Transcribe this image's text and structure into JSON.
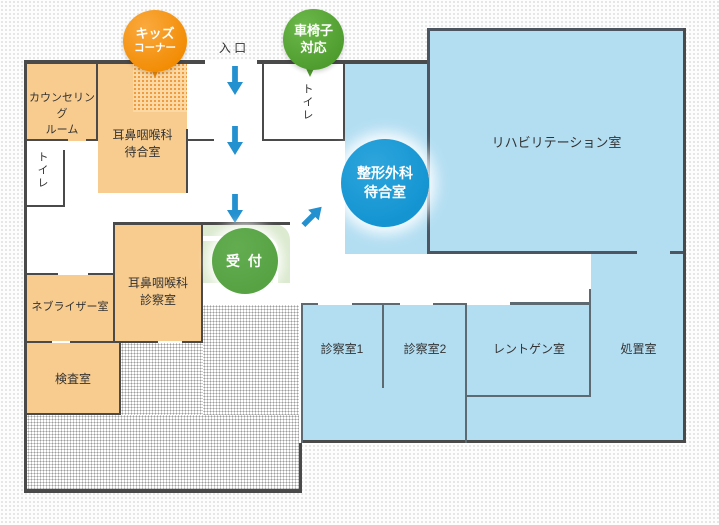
{
  "badges": {
    "kids_corner": {
      "line1": "キッズ",
      "line2": "コーナー"
    },
    "wheelchair": {
      "line1": "車椅子",
      "line2": "対応"
    }
  },
  "entrance": {
    "label": "入 口"
  },
  "circles": {
    "ortho_waiting": {
      "label": "整形外科\n待合室"
    },
    "reception": {
      "label": "受 付"
    }
  },
  "rooms": {
    "counseling": {
      "label": "カウンセリング\nルーム"
    },
    "toilet_left": {
      "label": "トイレ"
    },
    "toilet_entrance": {
      "label": "トイレ"
    },
    "ent_waiting": {
      "label": "耳鼻咽喉科\n待合室"
    },
    "ent_exam": {
      "label": "耳鼻咽喉科\n診察室"
    },
    "nebulizer": {
      "label": "ネブライザー室"
    },
    "lab": {
      "label": "検査室"
    },
    "rehabilitation": {
      "label": "リハビリテーション室"
    },
    "exam1": {
      "label": "診察室1"
    },
    "exam2": {
      "label": "診察室2"
    },
    "xray": {
      "label": "レントゲン室"
    },
    "treatment": {
      "label": "処置室"
    }
  },
  "colors": {
    "ent_department_fill": "#f8cc8f",
    "ortho_department_fill": "#b3def2",
    "kids_area_dots": "#ef9433",
    "reception_panel": "#dcead0",
    "reception_circle": "#57a344",
    "ortho_circle": "#1495d2",
    "kids_badge": "#f7941e",
    "wheelchair_badge": "#58a437",
    "route_arrow": "#2390cf",
    "wall": "#4a4a4a"
  }
}
